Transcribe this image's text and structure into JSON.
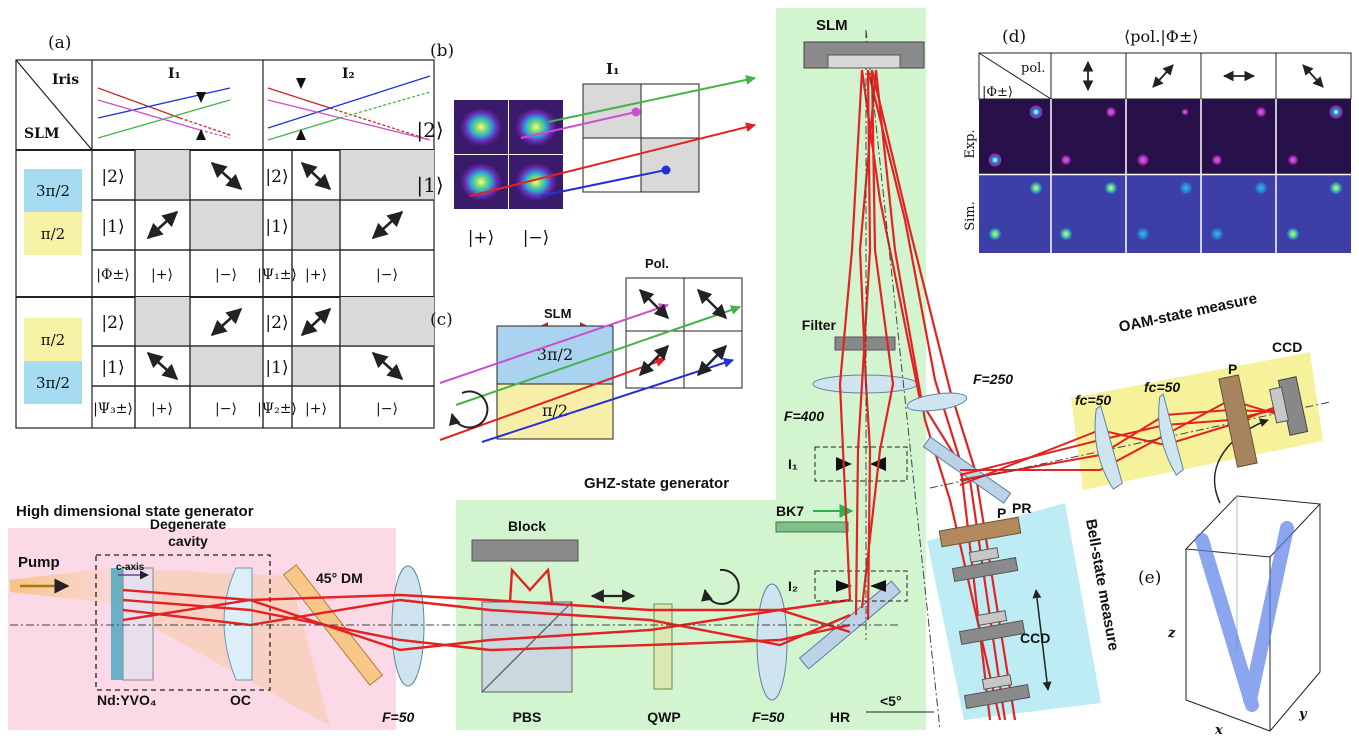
{
  "panels": {
    "a": "(a)",
    "b": "(b)",
    "c": "(c)",
    "d": "(d)",
    "e": "(e)"
  },
  "table_a": {
    "corner_top": "Iris",
    "corner_bottom": "SLM",
    "col_I1": "I₁",
    "col_I2": "I₂",
    "slm1_top": "3π/2",
    "slm1_bottom": "π/2",
    "slm2_top": "π/2",
    "slm2_bottom": "3π/2",
    "ket2": "|2⟩",
    "ket1": "|1⟩",
    "plus": "|+⟩",
    "minus": "|−⟩",
    "phi": "|Φ±⟩",
    "psi1": "|Ψ₁±⟩",
    "psi2": "|Ψ₂±⟩",
    "psi3": "|Ψ₃±⟩"
  },
  "panel_b": {
    "title": "I₁",
    "ket2": "|2⟩",
    "ket1": "|1⟩",
    "plus": "|+⟩",
    "minus": "|−⟩"
  },
  "panel_c": {
    "slm": "SLM",
    "pol": "Pol.",
    "top": "3π/2",
    "bottom": "π/2"
  },
  "panel_d": {
    "title": "⟨pol.|Φ±⟩",
    "pol": "pol.",
    "phi": "|Φ±⟩",
    "exp": "Exp.",
    "sim": "Sim."
  },
  "panel_e": {
    "x": "x",
    "y": "y",
    "z": "z"
  },
  "setup": {
    "hd_title": "High dimensional state generator",
    "ghz_title": "GHZ-state generator",
    "oam_title": "OAM-state measure",
    "bell_title": "Bell-state measure",
    "degenerate": "Degenerate",
    "cavity": "cavity",
    "caxis": "c-axis",
    "dm": "45° DM",
    "pump": "Pump",
    "ndyvo4": "Nd:YVO₄",
    "oc": "OC",
    "f50a": "F=50",
    "pbs": "PBS",
    "qwp": "QWP",
    "f50b": "F=50",
    "hr": "HR",
    "block": "Block",
    "bk7": "BK7",
    "i1": "I₁",
    "i2": "I₂",
    "lt5": "<5°",
    "filter": "Filter",
    "f400": "F=400",
    "f250": "F=250",
    "slm": "SLM",
    "pr": "PR",
    "p_bell": "P",
    "ccd_bell": "CCD",
    "fc50a": "fc=50",
    "fc50b": "fc=50",
    "p_oam": "P",
    "ccd_oam": "CCD"
  },
  "colors": {
    "beam": "#e32222",
    "blue_bg": "#a6dcf2",
    "yellow_bg": "#f7f3a6",
    "pink_bg": "#fbd9e6",
    "green_bg": "#d2f5cf",
    "slm_blue": "#a9d3ef",
    "slm_yellow": "#f7eea8",
    "magenta": "#c94fcf",
    "green": "#47b24c",
    "red": "#e32222",
    "blue": "#2330d8"
  }
}
